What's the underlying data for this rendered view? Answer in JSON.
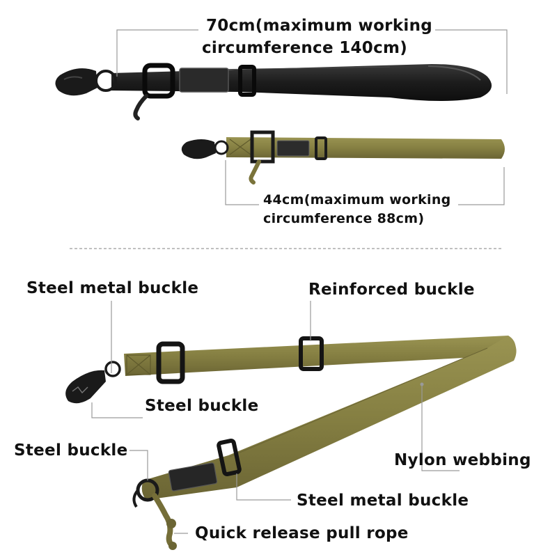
{
  "top_strap": {
    "length_line1": "70cm(maximum working",
    "length_line2": "circumference 140cm)"
  },
  "small_strap": {
    "length_line1": "44cm(maximum working",
    "length_line2": "circumference 88cm)"
  },
  "callouts": {
    "steel_metal_buckle_top": "Steel metal buckle",
    "reinforced_buckle": "Reinforced buckle",
    "steel_buckle_upper": "Steel buckle",
    "steel_buckle_lower": "Steel buckle",
    "nylon_webbing": "Nylon webbing",
    "steel_metal_buckle_bottom": "Steel metal buckle",
    "quick_release_pull_rope": "Quick release pull rope"
  },
  "colors": {
    "black_webbing": "#1e1e1e",
    "olive_webbing": "#8a8446",
    "olive_dark": "#5f5a2c",
    "hardware": "#222222",
    "leader_line": "#9a9a9a"
  }
}
